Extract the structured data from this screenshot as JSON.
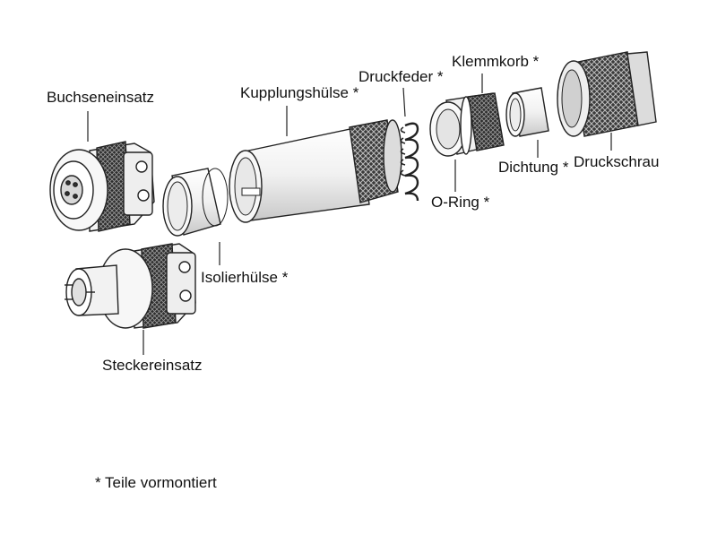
{
  "labels": {
    "buchseneinsatz": "Buchseneinsatz",
    "kupplungshuelse": "Kupplungshülse *",
    "druckfeder": "Druckfeder *",
    "klemmkorb": "Klemmkorb *",
    "dichtung": "Dichtung *",
    "druckschraube": "Druckschrau",
    "oring": "O-Ring *",
    "isolierhuelse": "Isolierhülse *",
    "steckereinsatz": "Steckereinsatz"
  },
  "footnote": "* Teile vormontiert",
  "colors": {
    "line": "#222222",
    "dark": "#2a2a2a",
    "mid": "#8a8a8a",
    "light": "#e6e6e6"
  }
}
